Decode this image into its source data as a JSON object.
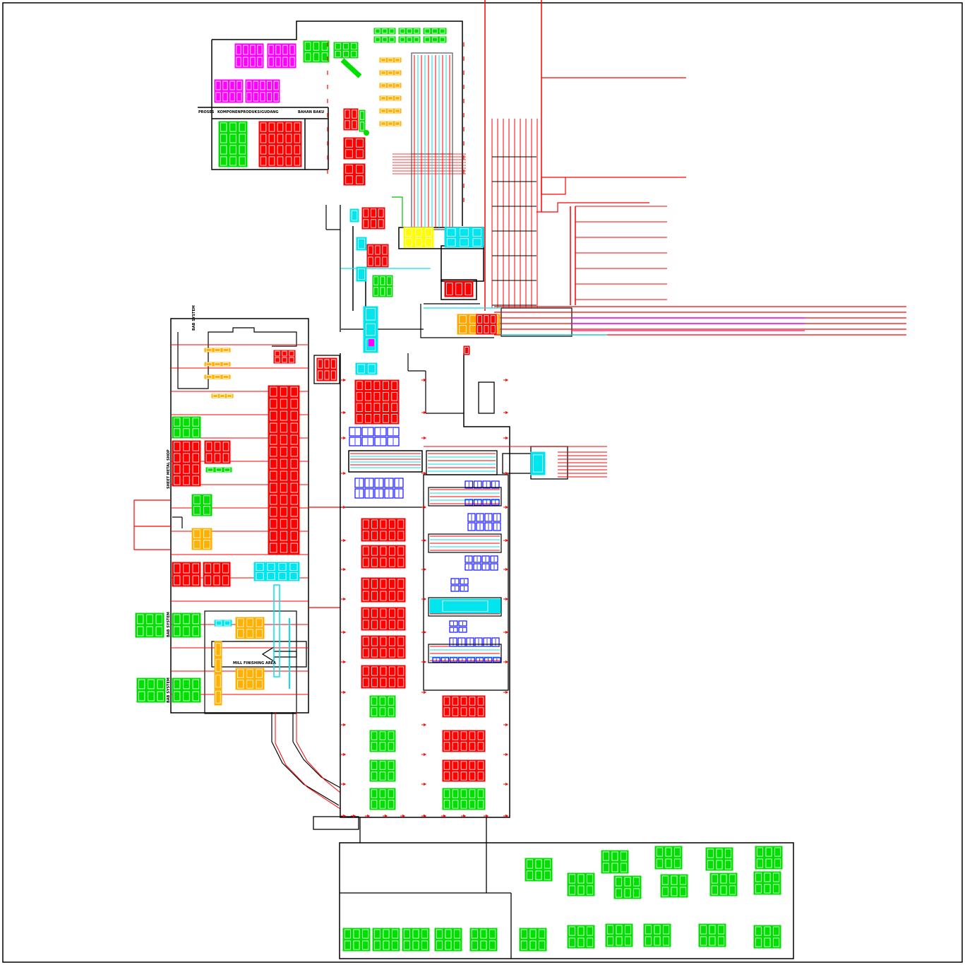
{
  "colors": {
    "wall": "#000000",
    "red": "#ff0000",
    "green": "#00e000",
    "magenta": "#ff00ff",
    "cyan": "#00e5ee",
    "blue": "#1010ff",
    "orange": "#ffb000",
    "pink": "#ff2d9b"
  },
  "labels": {
    "top_room_1": "PROSES",
    "top_room_2": "KOMPONENPRODUKSI",
    "top_room_3": "GUDANG",
    "top_room_4": "BAHAN BAKU",
    "left_wing_1": "BAB SYSTEM",
    "left_wing_2": "SHEET METAL SHOP",
    "left_wing_3": "BAB SYSTEM",
    "left_wing_4": "BAB SYSTEM",
    "sign_box": "MILL FINISHING AREA"
  }
}
